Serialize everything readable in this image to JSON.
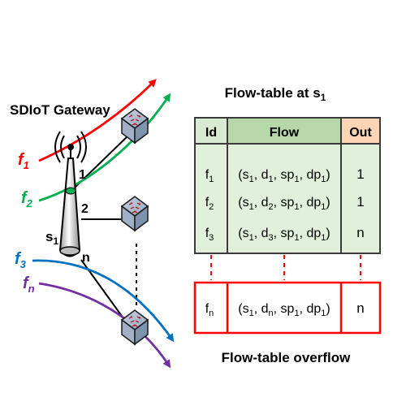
{
  "gateway": {
    "label": "SDIoT Gateway",
    "switch_label_main": "s",
    "switch_label_sub": "1",
    "port_labels": [
      "1",
      "2",
      "n"
    ],
    "flows": [
      {
        "main": "f",
        "sub": "1",
        "color": "#ff0000"
      },
      {
        "main": "f",
        "sub": "2",
        "color": "#00b050"
      },
      {
        "main": "f",
        "sub": "3",
        "color": "#0070c0"
      },
      {
        "main": "f",
        "sub": "n",
        "color": "#7030a0"
      }
    ]
  },
  "flow_table": {
    "title_main": "Flow-table at s",
    "title_sub": "1",
    "header": {
      "id": "Id",
      "flow": "Flow",
      "out": "Out",
      "id_color": "#d9ead3",
      "flow_color": "#b6d7a8",
      "out_color": "#fbd5b5"
    },
    "rows": [
      {
        "id": "f",
        "id_sub": "1",
        "flow": [
          "(s",
          "1",
          ", d",
          "1",
          ", sp",
          "1",
          ", dp",
          "1",
          ")"
        ],
        "out": "1"
      },
      {
        "id": "f",
        "id_sub": "2",
        "flow": [
          "(s",
          "1",
          ", d",
          "2",
          ", sp",
          "1",
          ", dp",
          "1",
          ")"
        ],
        "out": "1"
      },
      {
        "id": "f",
        "id_sub": "3",
        "flow": [
          "(s",
          "1",
          ", d",
          "3",
          ", sp",
          "1",
          ", dp",
          "1",
          ")"
        ],
        "out": "n"
      }
    ],
    "overflow_row": {
      "id": "f",
      "id_sub": "n",
      "flow": [
        "(s",
        "1",
        ", d",
        "n",
        ", sp",
        "1",
        ", dp",
        "1",
        ")"
      ],
      "out": "n"
    },
    "overflow_label": "Flow-table overflow",
    "table_border_color": "#3a3a3a",
    "body_color": "#e2efda",
    "overflow_color": "#ff0000"
  }
}
